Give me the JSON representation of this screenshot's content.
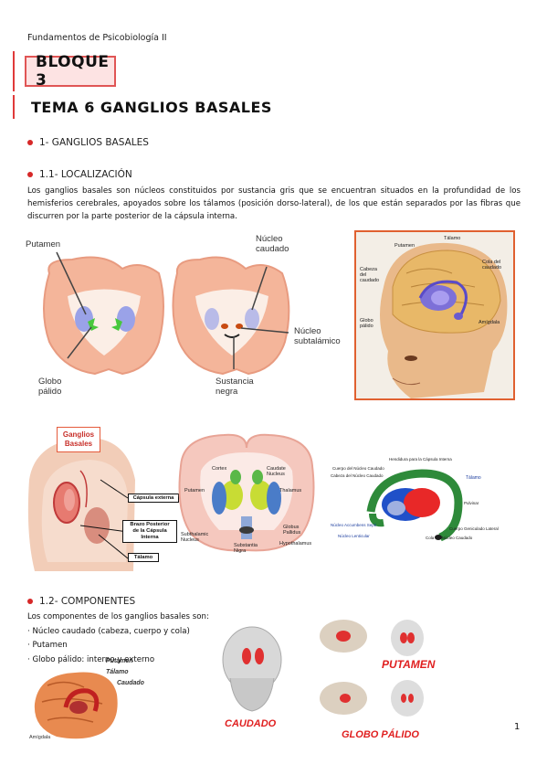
{
  "header": "Fundamentos de Psicobiología II",
  "bloque": "BLOQUE 3",
  "tema": "TEMA 6 GANGLIOS BASALES",
  "sections": {
    "s1": "1- GANGLIOS BASALES",
    "s11": "1.1- LOCALIZACIÓN",
    "s12": "1.2- COMPONENTES"
  },
  "paragraph": "Los ganglios basales son núcleos constituidos por sustancia gris que se encuentran situados en la profundidad de los hemisferios cerebrales, apoyados sobre los tálamos (posición dorso-lateral), de los que están separados por las fibras que discurren por la parte posterior de la cápsula interna.",
  "components": {
    "intro": "Los componentes de los ganglios basales son:",
    "items": [
      "· Núcleo caudado (cabeza, cuerpo y cola)",
      "· Putamen",
      "· Globo pálido: interno y externo"
    ]
  },
  "fig1": {
    "putamen": "Putamen",
    "nucleo_caudado_1": "Núcleo",
    "nucleo_caudado_2": "caudado",
    "nucleo_sub_1": "Núcleo",
    "nucleo_sub_2": "subtalámico",
    "globo_1": "Globo",
    "globo_2": "pálido",
    "sustancia_1": "Sustancia",
    "sustancia_2": "negra"
  },
  "fig2": {
    "talamo": "Tálamo",
    "putamen": "Putamen",
    "cola": "Cola del caudado",
    "cabeza": "Cabeza del caudado",
    "globo": "Globo pálido",
    "amigdala": "Amígdala"
  },
  "fig3": {
    "title_1": "Ganglios",
    "title_2": "Basales",
    "capsula_externa": "Cápsula externa",
    "brazo_1": "Brazo Posterior",
    "brazo_2": "de la Cápsula",
    "brazo_3": "Interna",
    "talamo": "Tálamo"
  },
  "fig4": {
    "cortex": "Cortex",
    "caudate": "Caudate Nucleus",
    "putamen": "Putamen",
    "thalamus": "Thalamus",
    "subthalamic": "Subthalamic Nucleus",
    "globus": "Globus Pallidus",
    "substantia": "Substantia Nigra",
    "hypothalamus": "Hypothalamus"
  },
  "fig5": {
    "top": "Hendidura para la Cápsula Interna",
    "cuerpo": "Cuerpo del Núcleo Caudado",
    "cabeza": "Cabeza del Núcleo Caudado",
    "talamo": "Tálamo",
    "pulvinar": "Pulvinar",
    "acumbens": "Núcleo Accumbens Septi",
    "lenticular": "Núcleo Lenticular",
    "cola": "Cola del Núcleo Caudado",
    "geniculado": "Cuerpo Geniculado Lateral"
  },
  "fig6": {
    "putamen": "Putamen",
    "talamo": "Tálamo",
    "caudado": "Caudado",
    "amigdala": "Amígdala"
  },
  "fig7": {
    "caudado": "CAUDADO",
    "putamen": "PUTAMEN",
    "globo": "GLOBO PÁLIDO"
  },
  "page_number": "1",
  "colors": {
    "accent": "#d62828",
    "bloque_bg": "#fde3e3",
    "bloque_border": "#e05555"
  }
}
